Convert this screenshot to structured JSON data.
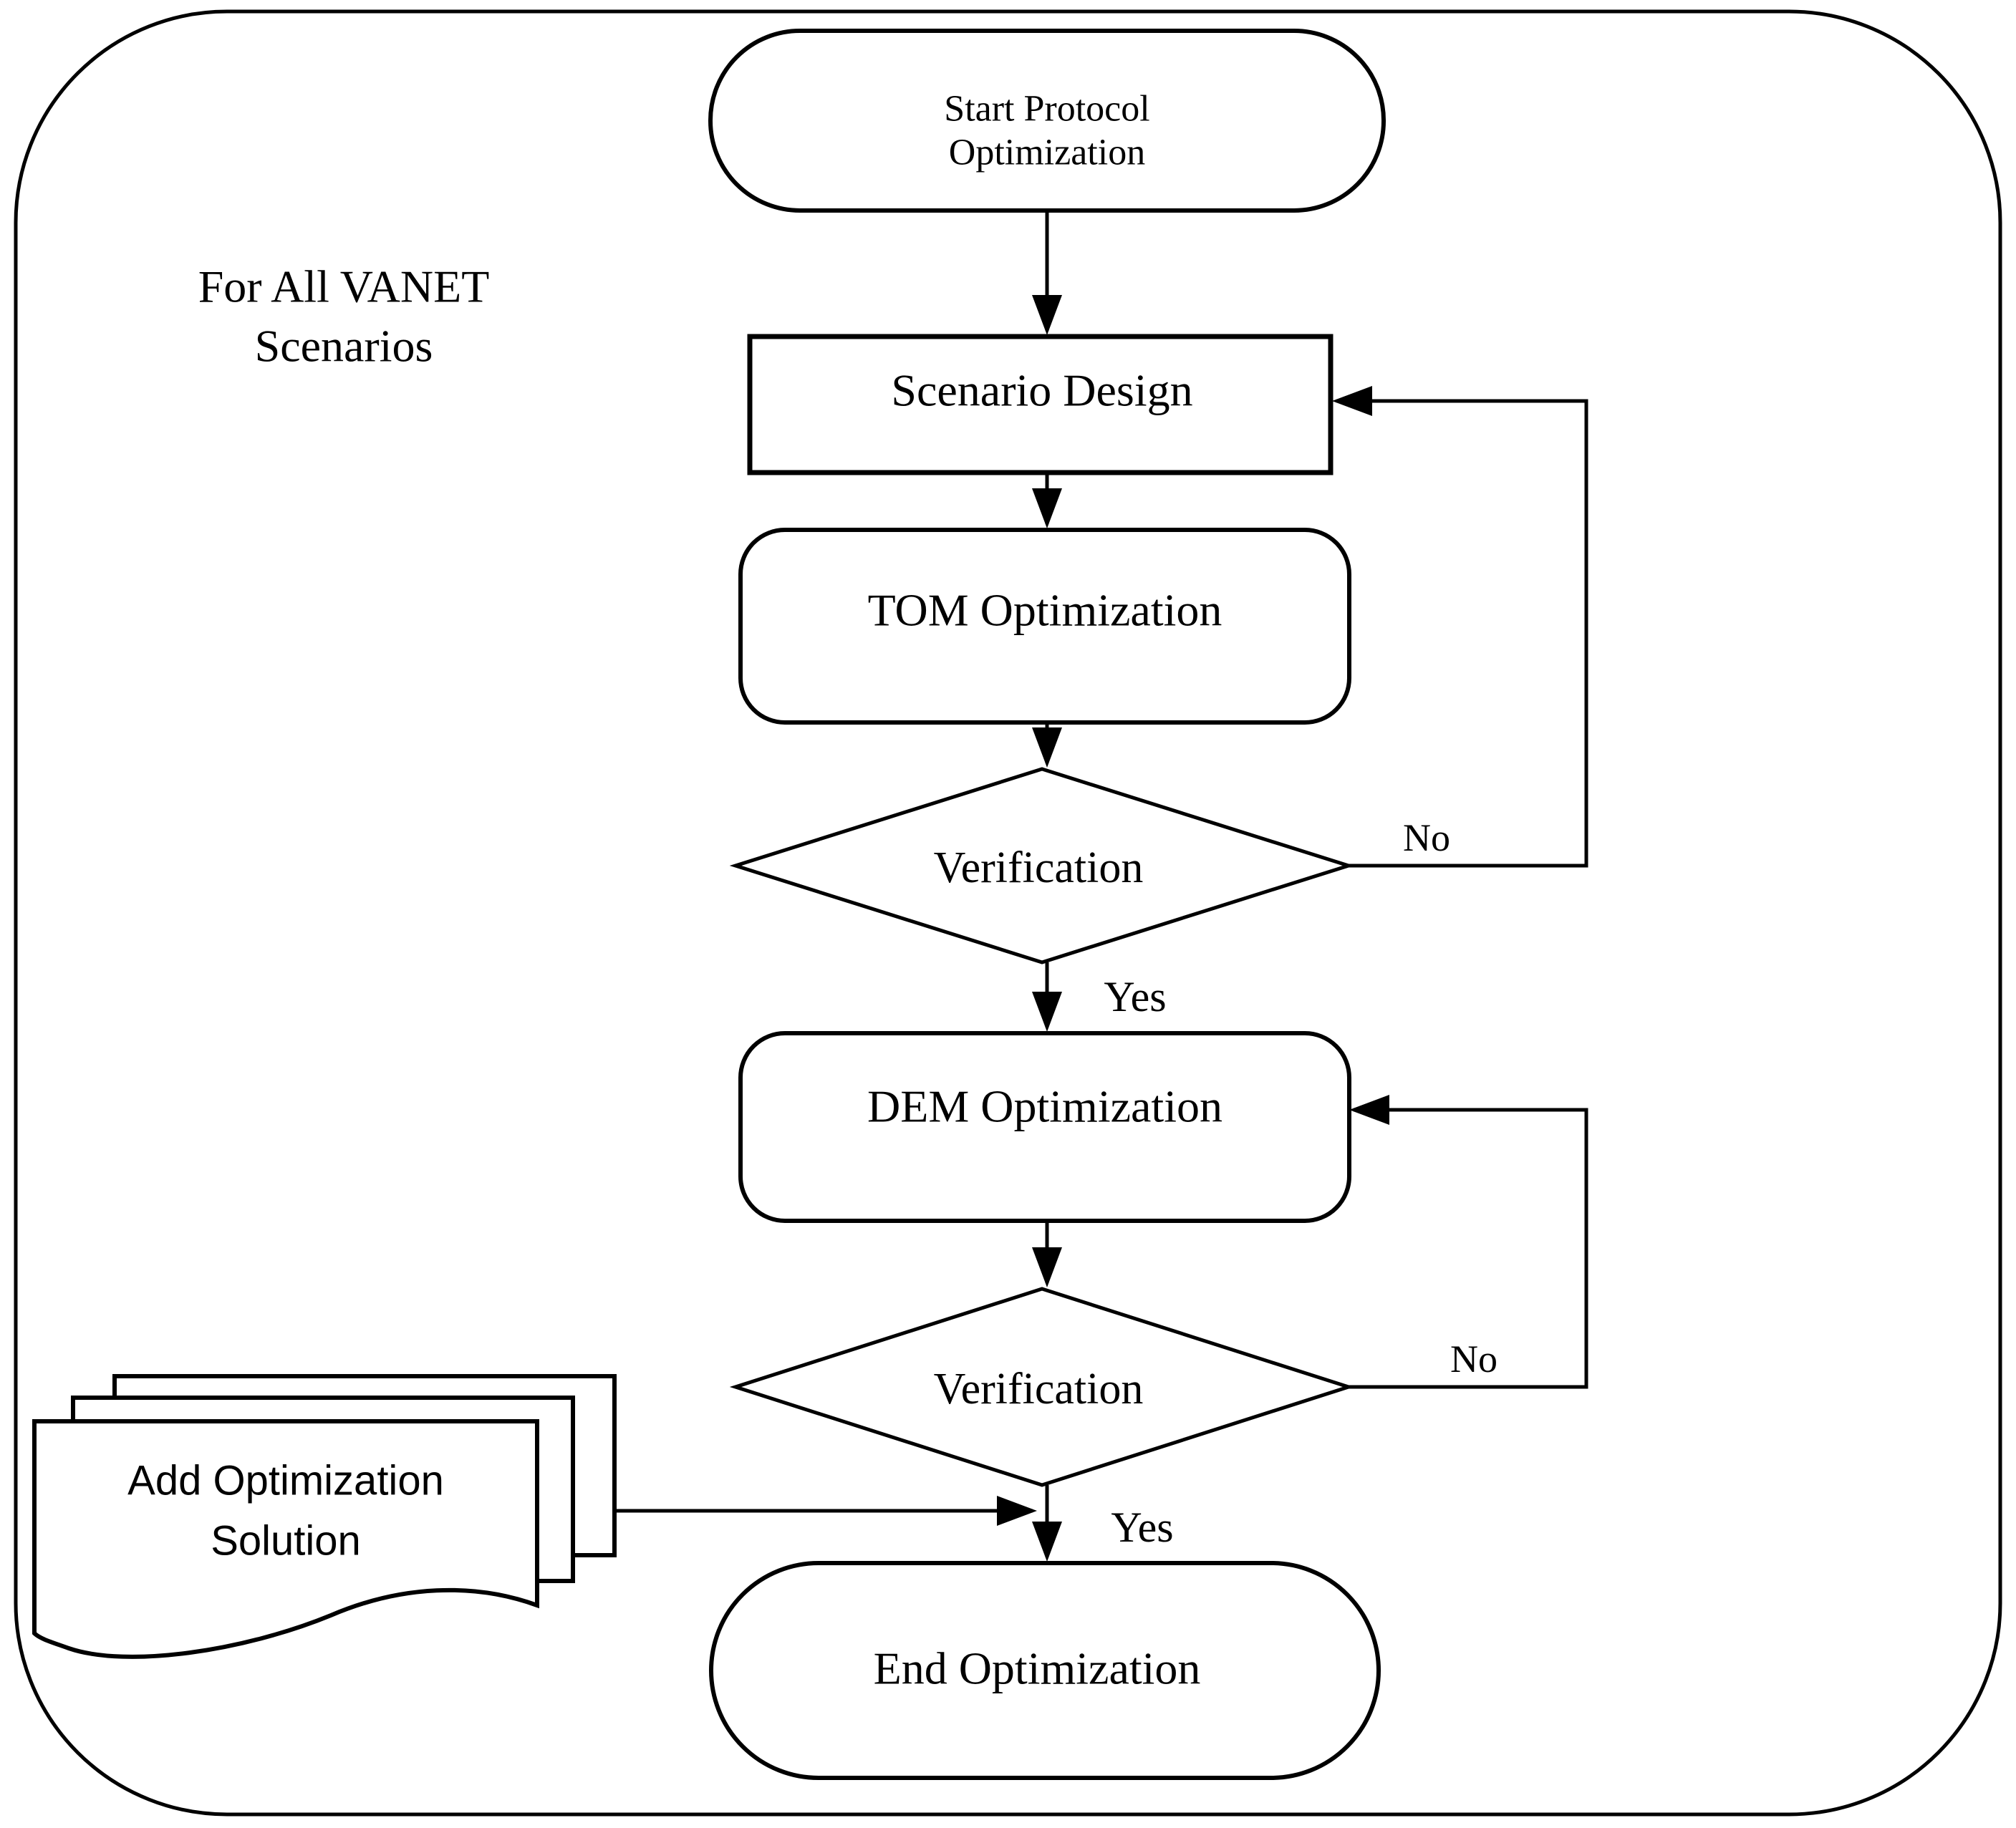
{
  "flowchart": {
    "colors": {
      "stroke": "#000000",
      "background": "#ffffff"
    },
    "outer_label": {
      "line1": "For All VANET",
      "line2": "Scenarios"
    },
    "nodes": {
      "start": {
        "type": "terminator",
        "line1": "Start Protocol",
        "line2": "Optimization"
      },
      "scenario_design": {
        "type": "process",
        "label": "Scenario Design"
      },
      "tom_optimization": {
        "type": "process",
        "label": "TOM Optimization"
      },
      "verification_1": {
        "type": "decision",
        "label": "Verification"
      },
      "dem_optimization": {
        "type": "process",
        "label": "DEM Optimization"
      },
      "verification_2": {
        "type": "decision",
        "label": "Verification"
      },
      "add_optimization_solution": {
        "type": "document",
        "line1": "Add Optimization",
        "line2": "Solution"
      },
      "end": {
        "type": "terminator",
        "label": "End Optimization"
      }
    },
    "edge_labels": {
      "verification_1_no": "No",
      "verification_1_yes": "Yes",
      "verification_2_no": "No",
      "verification_2_yes": "Yes"
    }
  }
}
